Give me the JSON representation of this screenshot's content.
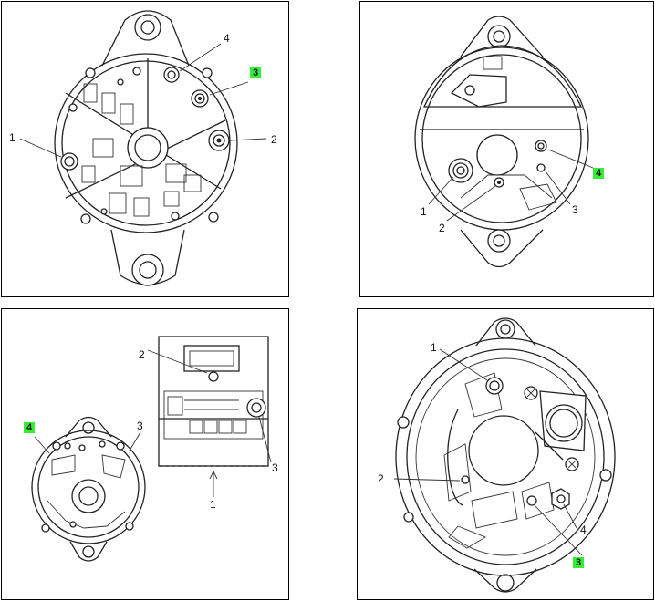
{
  "panels": [
    {
      "id": "top-left",
      "labels": [
        "1",
        "2",
        "3",
        "4"
      ],
      "highlighted": "3"
    },
    {
      "id": "top-right",
      "labels": [
        "1",
        "2",
        "3",
        "4"
      ],
      "highlighted": "4"
    },
    {
      "id": "bottom-left",
      "labels": [
        "1",
        "2",
        "3",
        "3",
        "4"
      ],
      "highlighted": "4"
    },
    {
      "id": "bottom-right",
      "labels": [
        "1",
        "2",
        "3",
        "4"
      ],
      "highlighted": "3"
    }
  ],
  "colors": {
    "highlight": "#33ee33",
    "line": "#222222"
  }
}
